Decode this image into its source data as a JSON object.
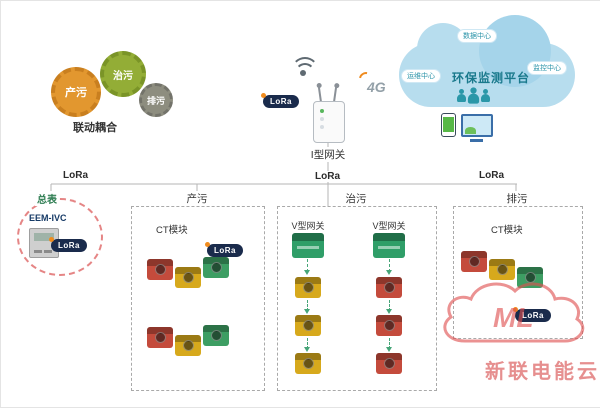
{
  "shared": {
    "lora": "LoRa"
  },
  "gears": {
    "g1": "产污",
    "g2": "治污",
    "g3": "排污",
    "caption": "联动耦合"
  },
  "gateway": {
    "label": "I型网关"
  },
  "wireless": {
    "g4": "4G"
  },
  "cloud": {
    "platform": "环保监测平台",
    "sub_top": "数据中心",
    "sub_left": "运维中心",
    "sub_right": "监控中心"
  },
  "meter": {
    "label": "总表",
    "device": "EEM-IVC"
  },
  "sections": {
    "chanwu": {
      "title": "产污",
      "module": "CT模块"
    },
    "zhiwu": {
      "title": "治污",
      "gateway1": "V型网关",
      "gateway2": "V型网关"
    },
    "paiwu": {
      "title": "排污",
      "module": "CT模块"
    }
  },
  "watermark": {
    "logo": "ML",
    "brand": "新联电能云"
  }
}
